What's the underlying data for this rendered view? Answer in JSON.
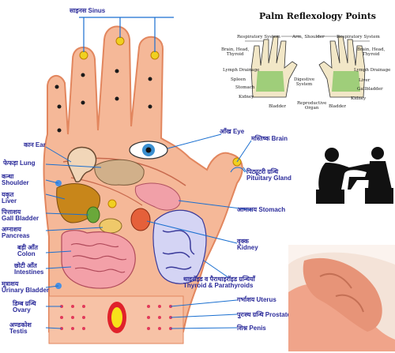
{
  "top_label": "साइनस Sinus",
  "left_labels": [
    {
      "hi": "कान",
      "en": "Ear"
    },
    {
      "hi": "फेफड़ा",
      "en": "Lung"
    },
    {
      "hi": "कन्धा",
      "en": "Shoulder"
    },
    {
      "hi": "यकृत",
      "en": "Liver"
    },
    {
      "hi": "पित्ताशय",
      "en": "Gall Bladder"
    },
    {
      "hi": "अग्नाशय",
      "en": "Pancreas"
    },
    {
      "hi": "बड़ी आँत",
      "en": "Colon"
    },
    {
      "hi": "छोटी आँत",
      "en": "Intestines"
    },
    {
      "hi": "मूत्राशय",
      "en": "Urinary Bladder"
    },
    {
      "hi": "डिम्ब ग्रन्थि",
      "en": "Ovary"
    },
    {
      "hi": "अण्डकोश",
      "en": "Testis"
    }
  ],
  "right_labels": [
    {
      "hi": "आँख",
      "en": "Eye"
    },
    {
      "hi": "मस्तिष्क",
      "en": "Brain"
    },
    {
      "hi": "पिट्यूटरी ग्रन्थि",
      "en": "Pituitary Gland"
    },
    {
      "hi": "आमाशय",
      "en": "Stomach"
    },
    {
      "hi": "वृक्क",
      "en": "Kidney"
    },
    {
      "hi": "थाइरॉइड व पैराथाइरॉइड ग्रन्थियाँ",
      "en": "Thyroid & Parathyroids"
    },
    {
      "hi": "गर्भाशय",
      "en": "Uterus"
    },
    {
      "hi": "पुरःस्थ ग्रन्थि",
      "en": "Prostate"
    },
    {
      "hi": "शिश्न",
      "en": "Penis"
    }
  ],
  "inset": {
    "title": "Palm Reflexology Points",
    "labels": {
      "respiratory_left": "Respiratory System",
      "arm_shoulder": "Arm, Shoulder",
      "respiratory_right": "Respiratory System",
      "brain_left": "Brain, Head,\nThyroid",
      "brain_right": "Brain, Head,\nThyroid",
      "lymph_left": "Lymph Drainage",
      "lymph_right": "Lymph Drainage",
      "spleen": "Spleen",
      "digestive": "Digestive\nSystem",
      "liver": "Liver",
      "stomach": "Stomach",
      "gallbladder": "Gallbladder",
      "kidney_left": "Kidney",
      "kidney_right": "Kidney",
      "bladder_left": "Bladder",
      "reproductive": "Reproductive\nOrgan",
      "bladder_right": "Bladder"
    }
  },
  "colors": {
    "label": "#2b2b9a",
    "skin": "#f5b898",
    "skin_edge": "#e2865e",
    "line": "#1a6fd0"
  }
}
